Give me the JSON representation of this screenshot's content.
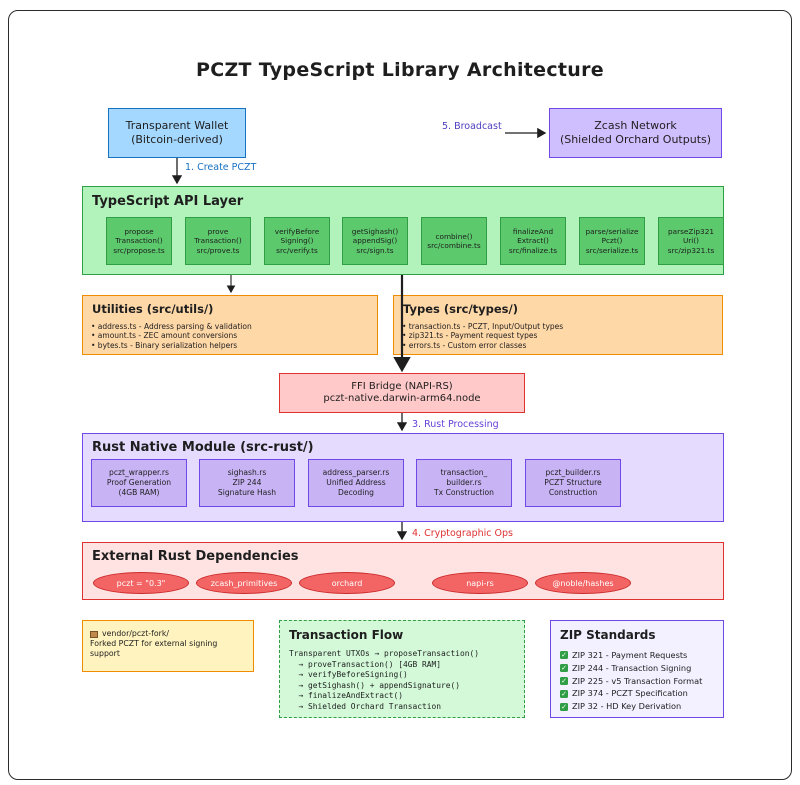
{
  "title": "PCZT TypeScript Library Architecture",
  "wallet": {
    "line1": "Transparent Wallet",
    "line2": "(Bitcoin-derived)"
  },
  "network": {
    "line1": "Zcash Network",
    "line2": "(Shielded Orchard Outputs)"
  },
  "edges": {
    "create": "1. Create PCZT",
    "broadcast": "5. Broadcast",
    "rust_processing": "3. Rust Processing",
    "crypto_ops": "4. Cryptographic Ops"
  },
  "api_layer": {
    "title": "TypeScript API Layer",
    "items": [
      {
        "l1": "propose",
        "l2": "Transaction()",
        "l3": "src/propose.ts"
      },
      {
        "l1": "prove",
        "l2": "Transaction()",
        "l3": "src/prove.ts"
      },
      {
        "l1": "verifyBefore",
        "l2": "Signing()",
        "l3": "src/verify.ts"
      },
      {
        "l1": "getSighash()",
        "l2": "appendSig()",
        "l3": "src/sign.ts"
      },
      {
        "l1": "combine()",
        "l2": "",
        "l3": "src/combine.ts"
      },
      {
        "l1": "finalizeAnd",
        "l2": "Extract()",
        "l3": "src/finalize.ts"
      },
      {
        "l1": "parse/serialize",
        "l2": "Pczt()",
        "l3": "src/serialize.ts"
      },
      {
        "l1": "parseZip321",
        "l2": "Uri()",
        "l3": "src/zip321.ts"
      }
    ]
  },
  "utilities": {
    "title": "Utilities (src/utils/)",
    "items": [
      "• address.ts - Address parsing & validation",
      "• amount.ts - ZEC amount conversions",
      "• bytes.ts - Binary serialization helpers"
    ]
  },
  "types": {
    "title": "Types (src/types/)",
    "items": [
      "• transaction.ts - PCZT, Input/Output types",
      "• zip321.ts - Payment request types",
      "• errors.ts - Custom error classes"
    ]
  },
  "ffi": {
    "line1": "FFI Bridge (NAPI-RS)",
    "line2": "pczt-native.darwin-arm64.node"
  },
  "rust_module": {
    "title": "Rust Native Module (src-rust/)",
    "items": [
      {
        "l1": "pczt_wrapper.rs",
        "l2": "Proof Generation",
        "l3": "(4GB RAM)"
      },
      {
        "l1": "sighash.rs",
        "l2": "ZIP 244",
        "l3": "Signature Hash"
      },
      {
        "l1": "address_parser.rs",
        "l2": "Unified Address",
        "l3": "Decoding"
      },
      {
        "l1": "transaction_",
        "l2": "builder.rs",
        "l3": "Tx Construction"
      },
      {
        "l1": "pczt_builder.rs",
        "l2": "PCZT Structure",
        "l3": "Construction"
      }
    ]
  },
  "deps": {
    "title": "External Rust Dependencies",
    "items": [
      "pczt = \"0.3\"",
      "zcash_primitives",
      "orchard",
      "napi-rs",
      "@noble/hashes"
    ]
  },
  "vendor": {
    "icon": "package-icon",
    "lines": [
      "vendor/pczt-fork/",
      "Forked PCZT for external signing",
      "support"
    ]
  },
  "flow": {
    "title": "Transaction Flow",
    "lines": [
      "Transparent UTXOs → proposeTransaction()",
      "  → proveTransaction() [4GB RAM]",
      "  → verifyBeforeSigning()",
      "  → getSighash() + appendSignature()",
      "  → finalizeAndExtract()",
      "  → Shielded Orchard Transaction"
    ]
  },
  "zip": {
    "title": "ZIP Standards",
    "items": [
      "ZIP 321 - Payment Requests",
      "ZIP 244 - Transaction Signing",
      "ZIP 225 - v5 Transaction Format",
      "ZIP 374 - PCZT Specification",
      "ZIP 32 - HD Key Derivation"
    ]
  },
  "colors": {
    "wallet_fill": "#a5d8ff",
    "network_fill": "#d0bfff",
    "api_fill": "#b2f2bb",
    "util_fill": "#ffd8a8",
    "ffi_fill": "#ffc9c9",
    "rust_fill": "#e5dbff",
    "deps_fill": "#ffe3e3",
    "vendor_fill": "#fff3bf",
    "flow_fill": "#d3f9d8",
    "zip_fill": "#f3f0ff"
  }
}
